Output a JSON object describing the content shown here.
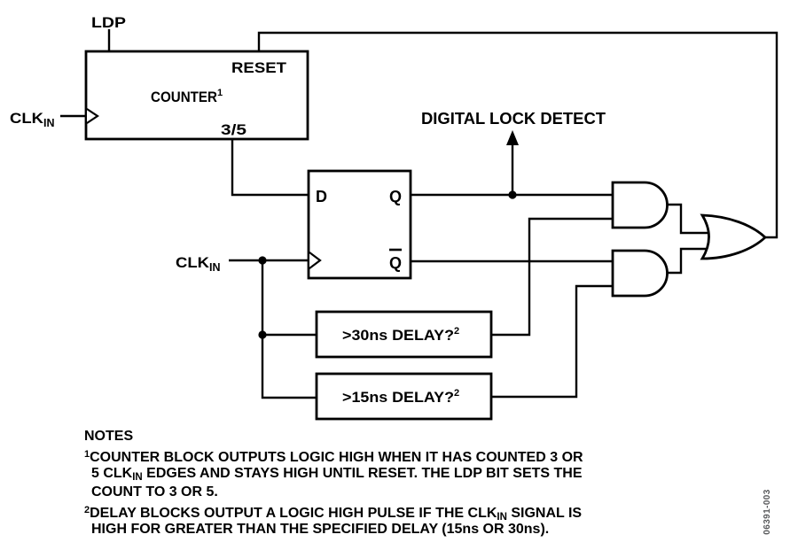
{
  "figure": {
    "part_number": "06391-003",
    "background_color": "#ffffff",
    "line_color": "#000000",
    "part_number_color": "#58595b"
  },
  "labels": {
    "ldp": "LDP",
    "reset": "RESET",
    "counter_main": "COUNTER",
    "counter_sup": "1",
    "ratio": "3/5",
    "clk_left_main": "CLK",
    "clk_left_sub": "IN",
    "clk_mid_main": "CLK",
    "clk_mid_sub": "IN",
    "dld": "DIGITAL LOCK DETECT",
    "d": "D",
    "q": "Q",
    "qbar": "Q",
    "delay30_main": ">30ns DELAY?",
    "delay30_sup": "2",
    "delay15_main": ">15ns DELAY?",
    "delay15_sup": "2"
  },
  "notes": {
    "title": "NOTES",
    "n1_marker": "1",
    "n1_l1": "COUNTER BLOCK OUTPUTS LOGIC HIGH WHEN IT HAS COUNTED 3 OR",
    "n1_l2a": "5 CLK",
    "n1_l2_sub": "IN",
    "n1_l2b": " EDGES AND STAYS HIGH UNTIL RESET. THE LDP BIT SETS THE",
    "n1_l3": "COUNT TO 3 OR 5.",
    "n2_marker": "2",
    "n2_l1a": "DELAY BLOCKS OUTPUT A LOGIC HIGH PULSE IF THE CLK",
    "n2_l1_sub": "IN",
    "n2_l1b": " SIGNAL IS",
    "n2_l2": "HIGH FOR GREATER THAN THE SPECIFIED DELAY (15ns OR 30ns)."
  }
}
